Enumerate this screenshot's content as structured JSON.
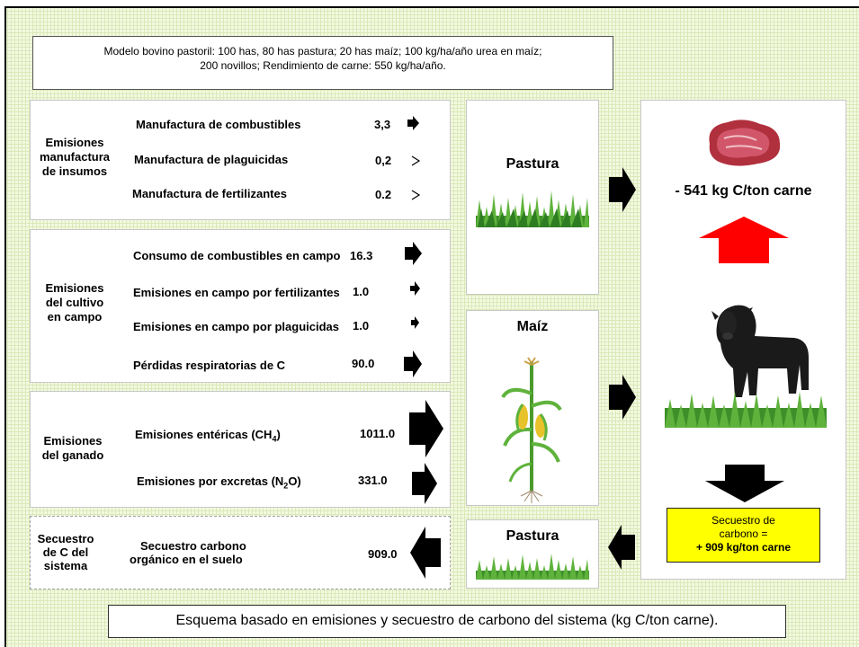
{
  "model_description": {
    "line1": "Modelo bovino pastoril: 100 has, 80 has pastura; 20 has maíz; 100 kg/ha/año urea en maíz;",
    "line2": "200 novillos; Rendimiento de carne: 550 kg/ha/año."
  },
  "groups": {
    "insumos": {
      "title_lines": [
        "Emisiones",
        "manufactura",
        "de insumos"
      ],
      "items": [
        {
          "label": "Manufactura de combustibles",
          "value": "3,3"
        },
        {
          "label": "Manufactura de plaguicidas",
          "value": "0,2"
        },
        {
          "label": "Manufactura de fertilizantes",
          "value": "0.2"
        }
      ]
    },
    "cultivo": {
      "title_lines": [
        "Emisiones",
        "del cultivo",
        "en campo"
      ],
      "items": [
        {
          "label": "Consumo de combustibles en campo",
          "value": "16.3"
        },
        {
          "label": "Emisiones en campo por fertilizantes",
          "value": "1.0"
        },
        {
          "label": "Emisiones en campo por plaguicidas",
          "value": "1.0"
        },
        {
          "label": "Pérdidas respiratorias de C",
          "value": "90.0"
        }
      ]
    },
    "ganado": {
      "title_lines": [
        "Emisiones",
        "del ganado"
      ],
      "items": [
        {
          "label_main": "Emisiones entéricas (CH",
          "label_sub": "4",
          "label_end": ")",
          "value": "1011.0"
        },
        {
          "label_main": "Emisiones por excretas (N",
          "label_sub": "2",
          "label_end": "O)",
          "value": "331.0"
        }
      ]
    },
    "secuestro": {
      "title_lines": [
        "Secuestro",
        "de C del",
        "sistema"
      ],
      "item_lines": [
        "Secuestro carbono",
        "orgánico en el suelo"
      ],
      "value": "909.0"
    }
  },
  "crops": {
    "pastura_top": "Pastura",
    "maiz": "Maíz",
    "pastura_bottom": "Pastura"
  },
  "result": {
    "meat_emission": "- 541 kg C/ton carne",
    "sequestration_lines": [
      "Secuestro de",
      "carbono =",
      "+ 909 kg/ton carne"
    ]
  },
  "caption": "Esquema basado en emisiones y secuestro de carbono del sistema (kg C/ton carne).",
  "colors": {
    "background_grid": "#dbe9b8",
    "up_arrow": "#ff0000",
    "highlight_box": "#ffff00",
    "arrows": "#000000"
  },
  "icons": [
    "meat-icon",
    "cow-icon",
    "grass-icon",
    "corn-plant-icon",
    "arrow-right-icon",
    "arrow-left-icon",
    "arrow-up-icon",
    "arrow-down-icon"
  ]
}
